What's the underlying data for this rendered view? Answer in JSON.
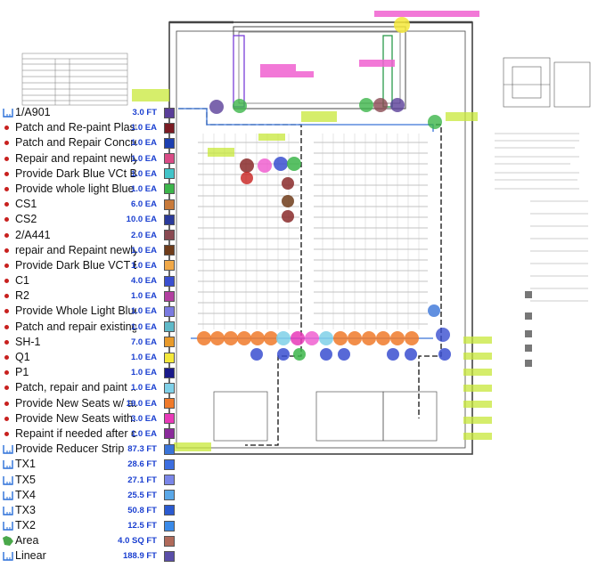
{
  "markups": [
    {
      "label": "1/A901",
      "value": "3.0 FT",
      "swatch": "#5a3e98",
      "icon": "linear-icon"
    },
    {
      "label": "Patch and Re-paint Plaster",
      "value": "1.0 EA",
      "swatch": "#7a1a22",
      "icon": "count-dot-icon"
    },
    {
      "label": "Patch and Repair Concrete",
      "value": "1.0 EA",
      "swatch": "#1c3fb0",
      "icon": "count-dot-icon"
    },
    {
      "label": "Repair and repaint newly cut",
      "value": "1.0 EA",
      "swatch": "#d94b86",
      "icon": "count-dot-icon"
    },
    {
      "label": "Provide Dark Blue VCt Border",
      "value": "1.0 EA",
      "swatch": "#42c4c9",
      "icon": "count-dot-icon"
    },
    {
      "label": "Provide whole light Blue VCT",
      "value": "1.0 EA",
      "swatch": "#3cb54a",
      "icon": "count-dot-icon"
    },
    {
      "label": "CS1",
      "value": "6.0 EA",
      "swatch": "#c87a3a",
      "icon": "count-dot-icon"
    },
    {
      "label": "CS2",
      "value": "10.0 EA",
      "swatch": "#2a3a9a",
      "icon": "count-dot-icon"
    },
    {
      "label": "2/A441",
      "value": "2.0 EA",
      "swatch": "#8a4a52",
      "icon": "count-dot-icon"
    },
    {
      "label": "repair and Repaint newly cut",
      "value": "1.0 EA",
      "swatch": "#6e3c1a",
      "icon": "count-dot-icon"
    },
    {
      "label": "Provide Dark Blue VCT Border",
      "value": "1.0 EA",
      "swatch": "#f0a848",
      "icon": "count-dot-icon"
    },
    {
      "label": "C1",
      "value": "4.0 EA",
      "swatch": "#3a4fd0",
      "icon": "count-dot-icon"
    },
    {
      "label": "R2",
      "value": "1.0 EA",
      "swatch": "#b23fa0",
      "icon": "count-dot-icon"
    },
    {
      "label": "Provide Whole Light Blue VCT",
      "value": "1.0 EA",
      "swatch": "#7a7ae0",
      "icon": "count-dot-icon"
    },
    {
      "label": "Patch and repair existing cut",
      "value": "1.0 EA",
      "swatch": "#5fb9c8",
      "icon": "count-dot-icon"
    },
    {
      "label": "SH-1",
      "value": "7.0 EA",
      "swatch": "#e89a2a",
      "icon": "count-dot-icon"
    },
    {
      "label": "Q1",
      "value": "1.0 EA",
      "swatch": "#f4e83a",
      "icon": "count-dot-icon"
    },
    {
      "label": "P1",
      "value": "1.0 EA",
      "swatch": "#1a1a8a",
      "icon": "count-dot-icon"
    },
    {
      "label": "Patch, repair and paint ...",
      "value": "1.0 EA",
      "swatch": "#7fd0e8",
      "icon": "count-dot-icon"
    },
    {
      "label": "Provide New Seats w/ autos",
      "value": "19.0 EA",
      "swatch": "#f07a2a",
      "icon": "count-dot-icon"
    },
    {
      "label": "Provide New Seats with...",
      "value": "3.0 EA",
      "swatch": "#e83ab8",
      "icon": "count-dot-icon"
    },
    {
      "label": "Repaint if needed after cons",
      "value": "1.0 EA",
      "swatch": "#8a2a9a",
      "icon": "count-dot-icon"
    },
    {
      "label": "Provide Reducer Strip",
      "value": "87.3 FT",
      "swatch": "#3a74d8",
      "icon": "linear-icon"
    },
    {
      "label": "TX1",
      "value": "28.6 FT",
      "swatch": "#3c6ee0",
      "icon": "linear-icon"
    },
    {
      "label": "TX5",
      "value": "27.1 FT",
      "swatch": "#7a86e8",
      "icon": "linear-icon"
    },
    {
      "label": "TX4",
      "value": "25.5 FT",
      "swatch": "#5aa8e8",
      "icon": "linear-icon"
    },
    {
      "label": "TX3",
      "value": "50.8 FT",
      "swatch": "#2a5ad0",
      "icon": "linear-icon"
    },
    {
      "label": "TX2",
      "value": "12.5 FT",
      "swatch": "#3a8ae8",
      "icon": "linear-icon"
    },
    {
      "label": "Area",
      "value": "4.0 SQ FT",
      "swatch": "#b06a5a",
      "icon": "area-icon"
    },
    {
      "label": "Linear",
      "value": "188.9 FT",
      "swatch": "#5a4ea8",
      "icon": "linear-icon"
    }
  ],
  "colors": {
    "value_text": "#1a3fd0",
    "count_dot": "#c8201e",
    "linear_icon": "#2a6fd8",
    "area_icon": "#4aa84a"
  }
}
